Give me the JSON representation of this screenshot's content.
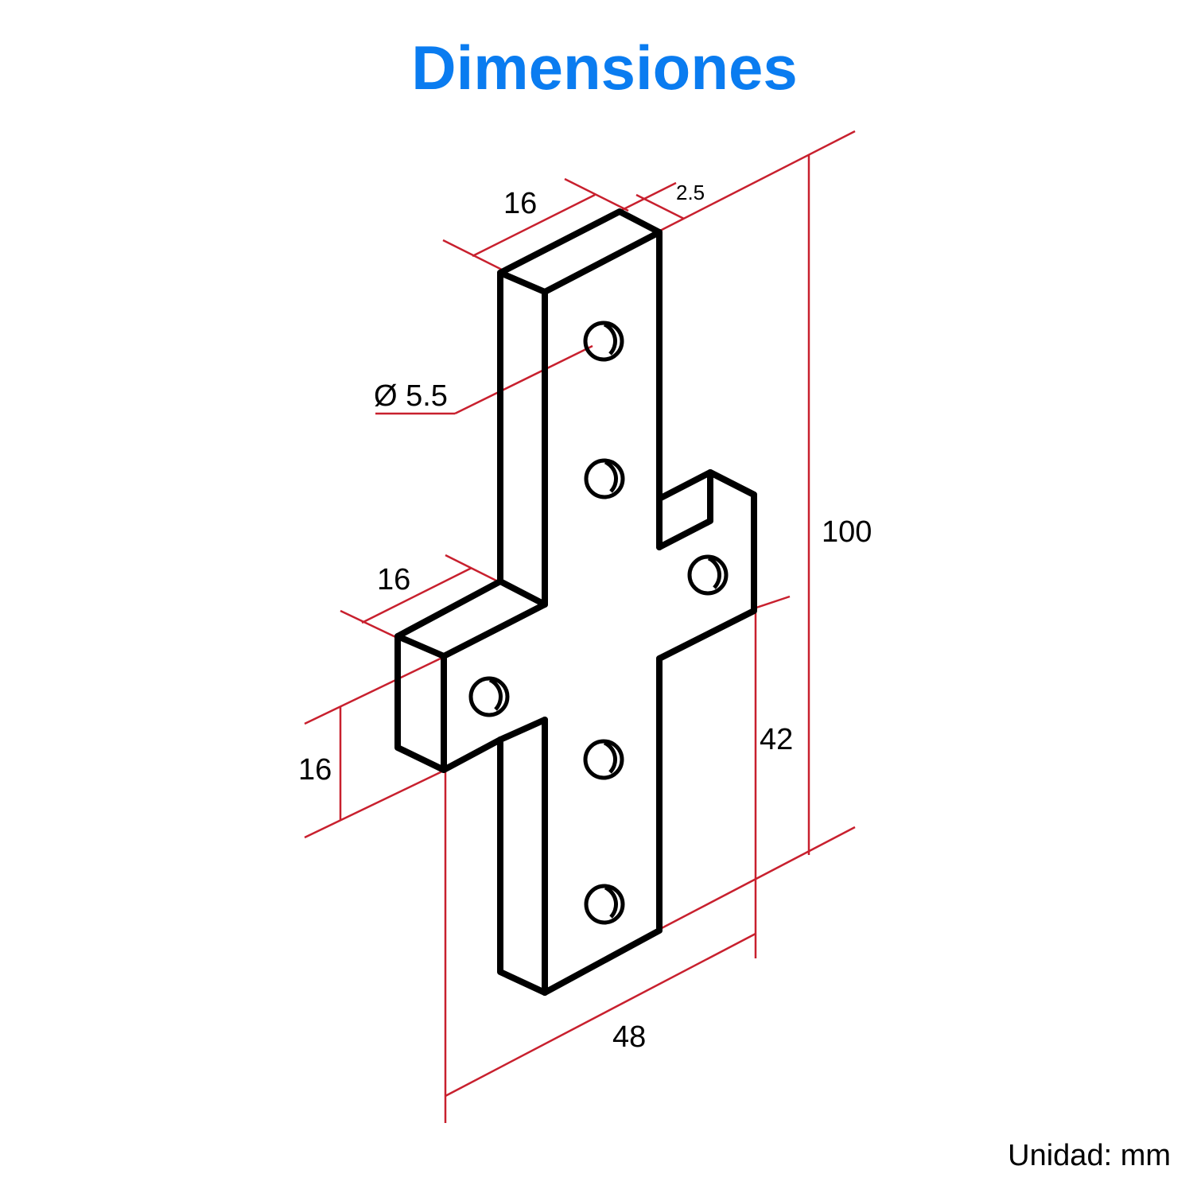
{
  "title": "Dimensiones",
  "unit_note": "Unidad: mm",
  "colors": {
    "title": "#0a7cf0",
    "dimension_lines": "#c8202e",
    "outline": "#000000"
  },
  "dimensions": {
    "top_width": "16",
    "thickness": "2.5",
    "hole_diameter": "Ø 5.5",
    "total_height": "100",
    "arm_width": "16",
    "arm_height": "16",
    "lower_height": "42",
    "total_width": "48"
  }
}
